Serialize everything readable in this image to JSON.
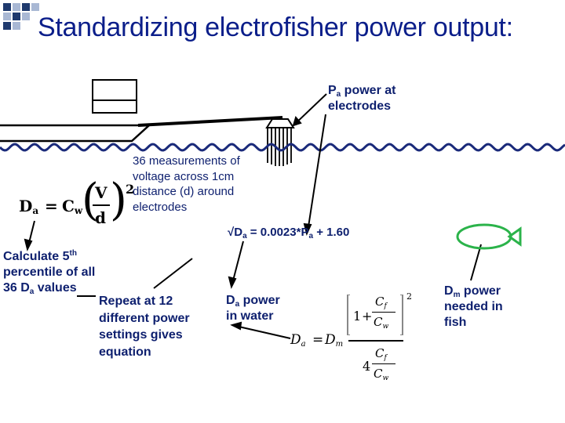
{
  "title": "Standardizing electrofisher power output:",
  "pa_label": {
    "symbol": "P",
    "sub": "a",
    "line1_rest": " power at",
    "line2": "electrodes"
  },
  "measurements_text": [
    "36 measurements of",
    "voltage across 1cm",
    "distance (d) around",
    "electrodes"
  ],
  "formula_da_cw": {
    "lhs": "D",
    "lhs_sub": "a",
    "eq": "=",
    "c": "C",
    "c_sub": "w",
    "num": "V",
    "den": "d",
    "exp": "2"
  },
  "regression": {
    "prefix": "√D",
    "sub_a": "a",
    "mid": " = 0.0023*P",
    "sub_b": "a",
    "suffix": " + 1.60"
  },
  "calculate": {
    "line1": "Calculate 5",
    "line1_sup": "th",
    "line2": "percentile of all",
    "line3_pre": "36 D",
    "line3_sub": "a",
    "line3_post": " values"
  },
  "repeat": [
    "Repeat at 12",
    "different power",
    "settings gives",
    "equation"
  ],
  "da_power": {
    "symbol": "D",
    "sub": "a",
    "rest": " power",
    "line2": "in water"
  },
  "dm_power": {
    "symbol": "D",
    "sub": "m",
    "rest": " power",
    "line2": "needed in",
    "line3": "fish"
  },
  "formula_da_dm": {
    "lhs": "D",
    "lhs_sub": "a",
    "eq": "=",
    "dm": "D",
    "dm_sub": "m",
    "one": "1",
    "plus": "+",
    "four": "4",
    "cf": "C",
    "cf_sub": "f",
    "cw": "C",
    "cw_sub": "w",
    "exp": "2"
  },
  "colors": {
    "title": "#0b1e8a",
    "text": "#0d1f6e",
    "water": "#1a2a7a",
    "fish": "#2bb34a",
    "deco_dark": "#1f3a6e",
    "deco_light": "#a9b8d4"
  }
}
